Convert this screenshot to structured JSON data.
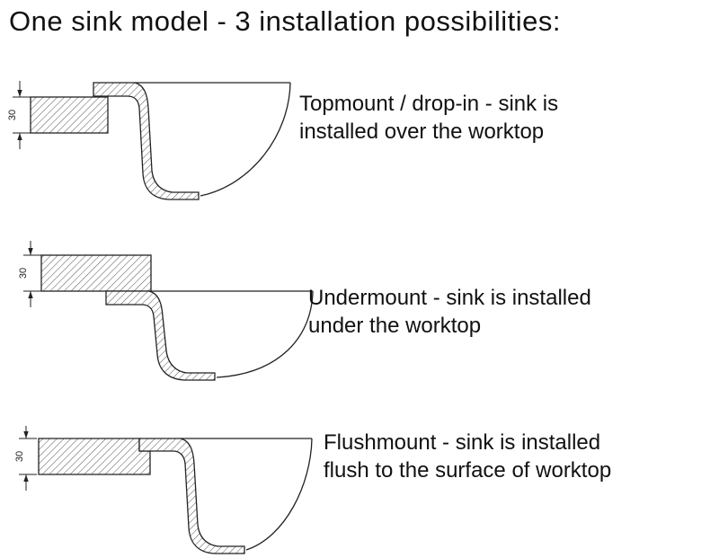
{
  "title": "One sink model - 3 installation possibilities:",
  "diagrams": [
    {
      "name": "topmount",
      "dimension_label": "30",
      "caption_lines": [
        "Topmount / drop-in - sink is",
        "installed over the worktop"
      ]
    },
    {
      "name": "undermount",
      "dimension_label": "30",
      "caption_lines": [
        "Undermount - sink is installed",
        "under the worktop"
      ]
    },
    {
      "name": "flushmount",
      "dimension_label": "30",
      "caption_lines": [
        "Flushmount - sink is installed",
        "flush to the surface of worktop"
      ]
    }
  ],
  "colors": {
    "line": "#222222",
    "hatch": "#555555",
    "text": "#111111",
    "background": "#ffffff"
  }
}
